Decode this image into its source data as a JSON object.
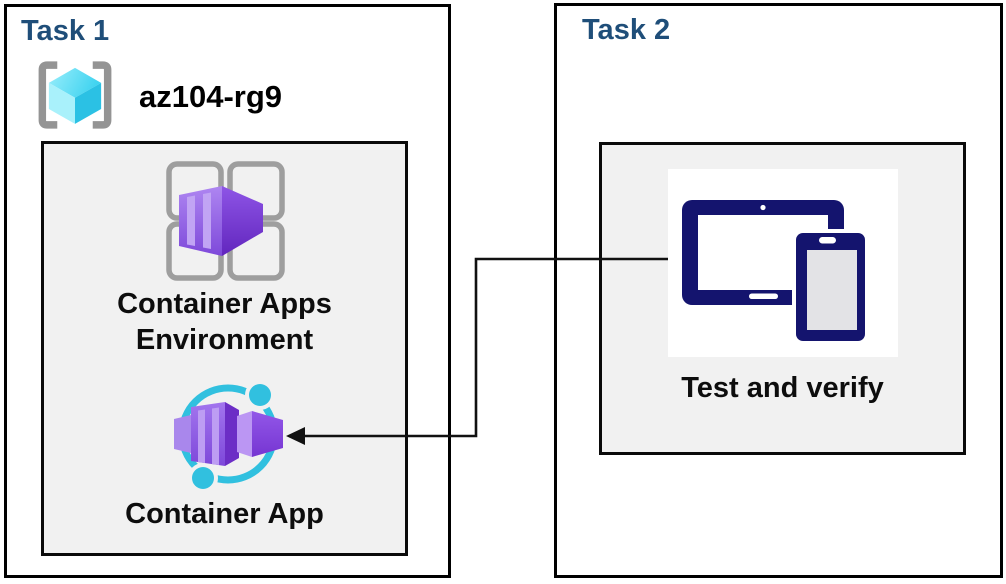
{
  "task1": {
    "title": "Task 1",
    "resource_group_name": "az104-rg9",
    "environment_label_line1": "Container Apps",
    "environment_label_line2": "Environment",
    "app_label": "Container App"
  },
  "task2": {
    "title": "Task 2",
    "test_label": "Test and verify"
  },
  "icons": [
    "resource-group-icon",
    "container-apps-environment-icon",
    "container-app-icon",
    "test-devices-icon"
  ],
  "colors": {
    "task_title": "#1F4E79",
    "panel_border": "#000000",
    "inner_panel_fill": "#F1F1F1",
    "label_text": "#0d0d0d",
    "device_navy": "#14146E",
    "container_purple": "#8A52E4",
    "container_purple_dark": "#6226BE",
    "container_stripe": "#C1A4F4",
    "app_ring_teal": "#31C0DF",
    "cube_cyan_light": "#8FECFA",
    "cube_cyan": "#2BC1E4",
    "bracket_gray": "#949494",
    "connector": "#111111"
  }
}
